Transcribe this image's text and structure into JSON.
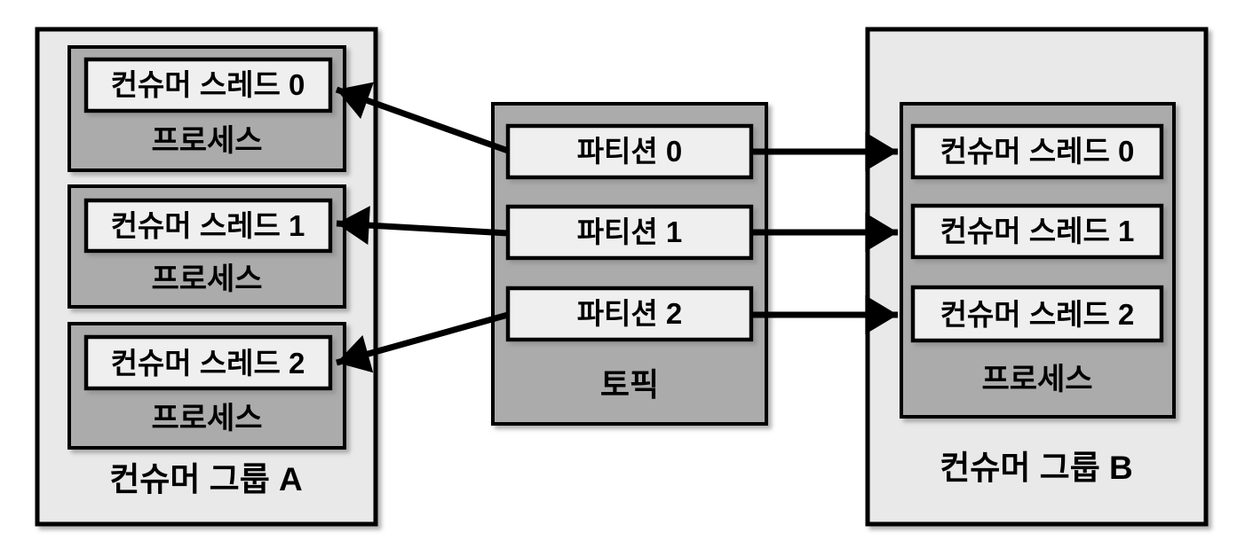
{
  "diagram": {
    "title_semantic": "topic-partitions-to-consumer-groups",
    "group_a": {
      "label": "컨슈머 그룹 A",
      "processes": [
        {
          "thread": "컨슈머 스레드 0",
          "label": "프로세스"
        },
        {
          "thread": "컨슈머 스레드 1",
          "label": "프로세스"
        },
        {
          "thread": "컨슈머 스레드 2",
          "label": "프로세스"
        }
      ]
    },
    "topic": {
      "label": "토픽",
      "partitions": [
        "파티션 0",
        "파티션 1",
        "파티션 2"
      ]
    },
    "group_b": {
      "label": "컨슈머 그룹 B",
      "process_label": "프로세스",
      "threads": [
        "컨슈머 스레드 0",
        "컨슈머 스레드 1",
        "컨슈머 스레드 2"
      ]
    },
    "connections": [
      {
        "from": "파티션 0",
        "to_group_a": "컨슈머 스레드 0",
        "to_group_b": "컨슈머 스레드 0"
      },
      {
        "from": "파티션 1",
        "to_group_a": "컨슈머 스레드 1",
        "to_group_b": "컨슈머 스레드 1"
      },
      {
        "from": "파티션 2",
        "to_group_a": "컨슈머 스레드 2",
        "to_group_b": "컨슈머 스레드 2"
      }
    ],
    "colors": {
      "background": "#ffffff",
      "outer_fill": "#e9e9e9",
      "inner_fill": "#ababab",
      "leaf_fill": "#efefef",
      "stroke": "#000000"
    }
  }
}
